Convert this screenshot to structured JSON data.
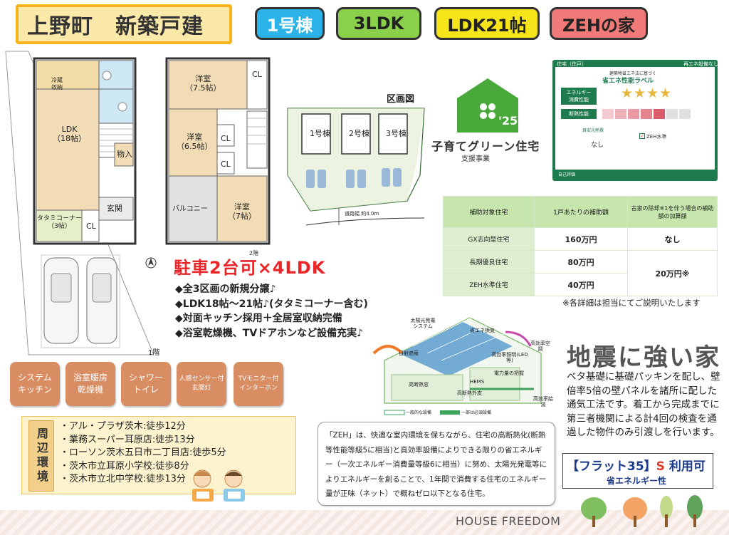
{
  "header": {
    "title": "上野町　新築戸建",
    "pills": [
      "1号棟",
      "3LDK",
      "LDK21帖",
      "ZEHの家"
    ]
  },
  "floor1": {
    "rooms": {
      "storage": "冷蔵\n収納",
      "ldk": "LDK\n（18帖）",
      "closet_in": "物入",
      "entrance": "玄関",
      "tatami": "タタミコーナー\n（3帖）",
      "cl": "CL"
    },
    "floor_label": "1階"
  },
  "floor2": {
    "rooms": {
      "room1": "洋室\n（7.5帖）",
      "room2": "洋室\n（6.5帖）",
      "room3": "洋室\n（7帖）",
      "balcony": "バルコニー",
      "cl": "CL"
    },
    "floor_label": "2階"
  },
  "section_map": {
    "title": "区画図",
    "lots": [
      "1号棟",
      "2号棟",
      "3号棟"
    ],
    "road": "道路幅 約4.0m"
  },
  "green_program": {
    "name": "子育てグリーン住宅",
    "sub": "支援事業",
    "year": "'25"
  },
  "energy_label": {
    "header_left": "住宅（住戸）",
    "header_right": "再エネ設備なし",
    "subtitle": "建築物省エネ法に基づく",
    "title": "省エネ性能ラベル",
    "row1": "エネルギー\n消費性能",
    "row2": "断熱性能",
    "row3": "目安光熱費",
    "nashi": "なし",
    "zeh": "ZEH水準",
    "footer": "自己評価"
  },
  "subsidy": {
    "headers": [
      "補助対象住宅",
      "1戸あたりの補助額",
      "古家の除却※1を伴う場合の補助額の加算額"
    ],
    "rows": [
      {
        "type": "GX志向型住宅",
        "amount": "160万円",
        "extra": "なし"
      },
      {
        "type": "長期優良住宅",
        "amount": "80万円",
        "extra": "20万円※"
      },
      {
        "type": "ZEH水準住宅",
        "amount": "40万円",
        "extra": ""
      }
    ],
    "note": "※各詳細は担当にてご説明いたします"
  },
  "feature": {
    "catch": "駐車2台可×4LDK",
    "bullets": [
      "◆全3区画の新規分譲♪",
      "◆LDK18帖～21帖♪(タタミコーナー含む)",
      "◆対面キッチン採用＋全居室収納完備",
      "◆浴室乾燥機、TVドアホンなど設備充実♪"
    ]
  },
  "chips": [
    {
      "l1": "システム",
      "l2": "キッチン",
      "size": "normal"
    },
    {
      "l1": "浴室暖房",
      "l2": "乾燥機",
      "size": "normal"
    },
    {
      "l1": "シャワー",
      "l2": "トイレ",
      "size": "normal"
    },
    {
      "l1": "人感センサー付",
      "l2": "玄関灯",
      "size": "small"
    },
    {
      "l1": "TVモニター付",
      "l2": "インターホン",
      "size": "small"
    }
  ],
  "nearby": {
    "title": "周辺環境",
    "items": [
      "・アル・プラザ茨木:徒歩12分",
      "・業務スーパー耳原店:徒歩13分",
      "・ローソン茨木五日市二丁目店:徒歩5分",
      "・茨木市立耳原小学校:徒歩8分",
      "・茨木市立北中学校:徒歩13分"
    ]
  },
  "zeh_text": "「ZEH」は、快適な室内環境を保ちながら、住宅の高断熱化(断熱等性能等級5に相当)と高効率設備によりできる限りの省エネルギー（一次エネルギー消費量等級6に相当）に努め、太陽光発電等によりエネルギーを創ることで、1年間で消費する住宅のエネルギー量が正味（ネット）で概ねゼロ以下となる住宅。",
  "zeh_diagram": {
    "labels": [
      "太陽光発電システム",
      "省エネ換気",
      "高効率空調",
      "日射遮蔽",
      "高効率照明(LED等)",
      "HEMS",
      "高断熱窓",
      "高断熱外皮",
      "電力量の把握",
      "高効率給湯"
    ],
    "legend": [
      "一般的な設備",
      "一部は必須設備"
    ]
  },
  "quake": {
    "title": "地震に強い家",
    "text": "ベタ基礎に基礎パッキンを配し、壁倍率5倍の壁パネルを諸所に配した通気工法です。着工から完成までに第三者機関による計4回の検査を通過した物件のみ引渡しを行います。"
  },
  "flat35": {
    "pre": "【フラット35】",
    "s": "S",
    "post": " 利用可",
    "sub": "省エネルギー性"
  },
  "footer": {
    "company": "HOUSE FREEDOM"
  },
  "colors": {
    "title_border": "#f4b41a",
    "pill_blue": "#2bb3e8",
    "pill_green": "#8ad04a",
    "pill_yellow": "#f5e51a",
    "pill_red": "#ef7a78",
    "chip": "#d98d62",
    "catch_red": "#e8262a"
  }
}
